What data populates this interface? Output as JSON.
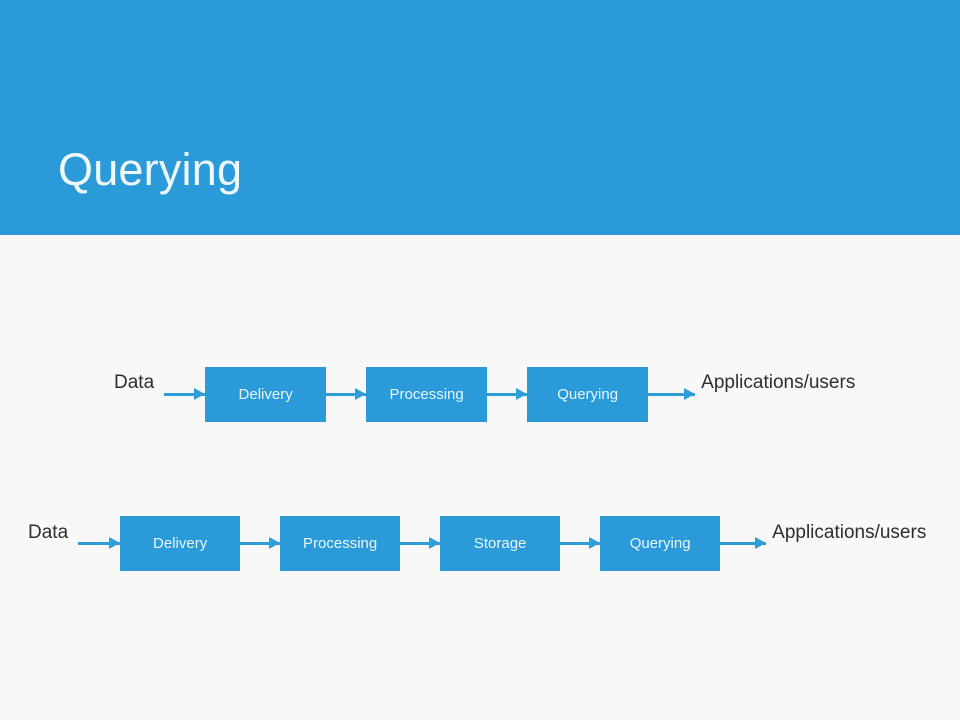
{
  "slide": {
    "title": "Querying",
    "header_color": "#2a9bd8",
    "background_color": "#f8f8f8",
    "box_color": "#2a9bd8",
    "box_text_color": "#e8f5fd",
    "arrow_color": "#2f9ed8",
    "label_text_color": "#2e2e2e"
  },
  "diagram": {
    "rows": [
      {
        "id": "pipeline-without-storage",
        "source_label": "Data",
        "stages": [
          {
            "label": "Delivery"
          },
          {
            "label": "Processing"
          },
          {
            "label": "Querying"
          }
        ],
        "sink_label": "Applications/users"
      },
      {
        "id": "pipeline-with-storage",
        "source_label": "Data",
        "stages": [
          {
            "label": "Delivery"
          },
          {
            "label": "Processing"
          },
          {
            "label": "Storage"
          },
          {
            "label": "Querying"
          }
        ],
        "sink_label": "Applications/users"
      }
    ]
  }
}
